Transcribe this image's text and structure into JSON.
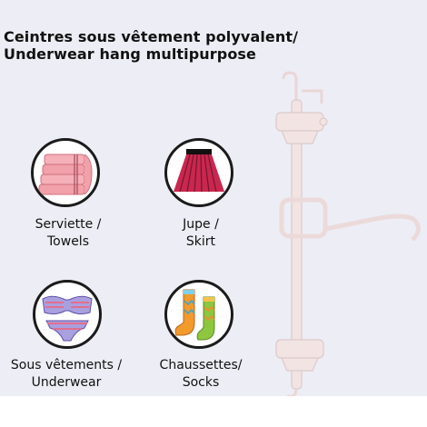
{
  "heading": {
    "line1": "Ceintres sous vêtement polyvalent/",
    "line2": "Underwear hang multipurpose"
  },
  "items": [
    {
      "icon": "folded-towels-icon",
      "line1": "Serviette /",
      "line2": "Towels",
      "color": "#f2a0aa"
    },
    {
      "icon": "skirt-icon",
      "line1": "Jupe /",
      "line2": "Skirt",
      "color": "#c8284e"
    },
    {
      "icon": "underwear-set-icon",
      "line1": "Sous vêtements /",
      "line2": "Underwear",
      "color": "#a9a0e0"
    },
    {
      "icon": "socks-icon",
      "line1": "Chaussettes/",
      "line2": "Socks",
      "color": "#f39a2c"
    }
  ],
  "product": {
    "icon": "clip-hanger-icon",
    "color": "#f3e4e4"
  },
  "colors": {
    "background": "#ededf5",
    "text": "#111111",
    "circle_border": "#1b1b1b"
  }
}
